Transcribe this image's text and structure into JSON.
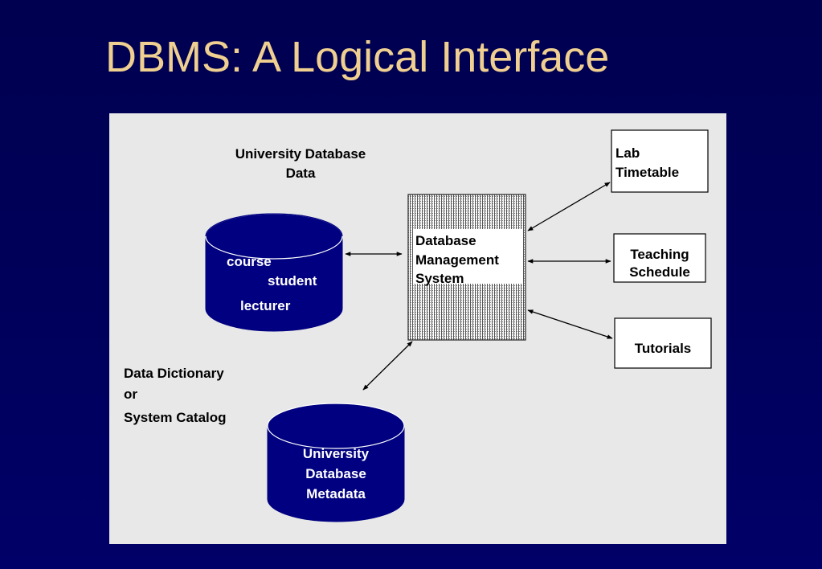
{
  "slide": {
    "title": "DBMS: A Logical Interface"
  },
  "diagram": {
    "data_store": {
      "caption_line1": "University Database",
      "caption_line2": "Data",
      "items": [
        "course",
        "student",
        "lecturer"
      ]
    },
    "dbms": {
      "line1": "Database",
      "line2": "Management",
      "line3": "System"
    },
    "catalog": {
      "caption_line1": "Data Dictionary",
      "caption_line2": "or",
      "caption_line3": "System Catalog",
      "line1": "University",
      "line2": "Database",
      "line3": "Metadata"
    },
    "applications": [
      {
        "line1": "Lab",
        "line2": "Timetable"
      },
      {
        "line1": "Teaching",
        "line2": "Schedule"
      },
      {
        "line1": "Tutorials"
      }
    ],
    "colors": {
      "cylinder_fill": "#000080",
      "title_color": "#f0d090",
      "panel_bg": "#e8e8e8"
    }
  }
}
